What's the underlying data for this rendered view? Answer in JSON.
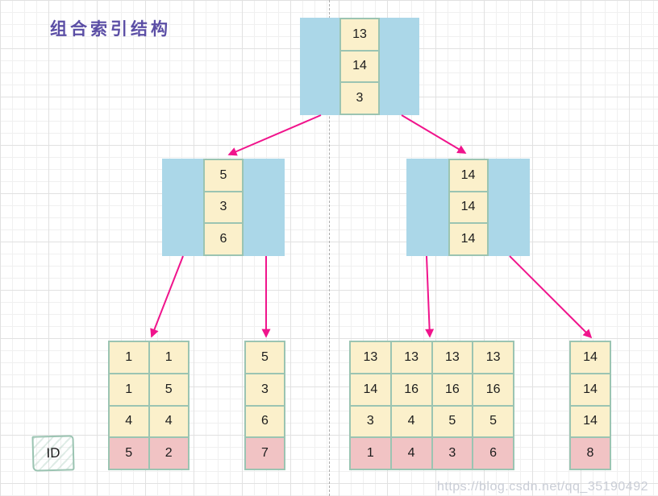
{
  "title": "组合索引结构",
  "watermark": "https://blog.csdn.net/qq_35190492",
  "legend": {
    "id_label": "ID"
  },
  "colors": {
    "node_bg": "#ABD7E8",
    "cell_bg": "#FBF0CB",
    "cell_border": "#9BC4B2",
    "id_row_bg": "#F1C3C4",
    "arrow": "#F0148C",
    "title": "#5B4EA5",
    "watermark": "#C9CDD6",
    "grid_minor": "#F0F0F0",
    "grid_major": "#E1E1E1",
    "divider": "#ADADAD"
  },
  "tree": {
    "root": {
      "keys": [
        "13",
        "14",
        "3"
      ]
    },
    "left_child": {
      "keys": [
        "5",
        "3",
        "6"
      ]
    },
    "right_child": {
      "keys": [
        "14",
        "14",
        "14"
      ]
    }
  },
  "leaves": [
    {
      "columns": 2,
      "rows": [
        [
          "1",
          "1"
        ],
        [
          "1",
          "5"
        ],
        [
          "4",
          "4"
        ]
      ],
      "id_row": [
        "5",
        "2"
      ]
    },
    {
      "columns": 1,
      "rows": [
        [
          "5"
        ],
        [
          "3"
        ],
        [
          "6"
        ]
      ],
      "id_row": [
        "7"
      ]
    },
    {
      "columns": 4,
      "rows": [
        [
          "13",
          "13",
          "13",
          "13"
        ],
        [
          "14",
          "16",
          "16",
          "16"
        ],
        [
          "3",
          "4",
          "5",
          "5"
        ]
      ],
      "id_row": [
        "1",
        "4",
        "3",
        "6"
      ]
    },
    {
      "columns": 1,
      "rows": [
        [
          "14"
        ],
        [
          "14"
        ],
        [
          "14"
        ]
      ],
      "id_row": [
        "8"
      ]
    }
  ]
}
